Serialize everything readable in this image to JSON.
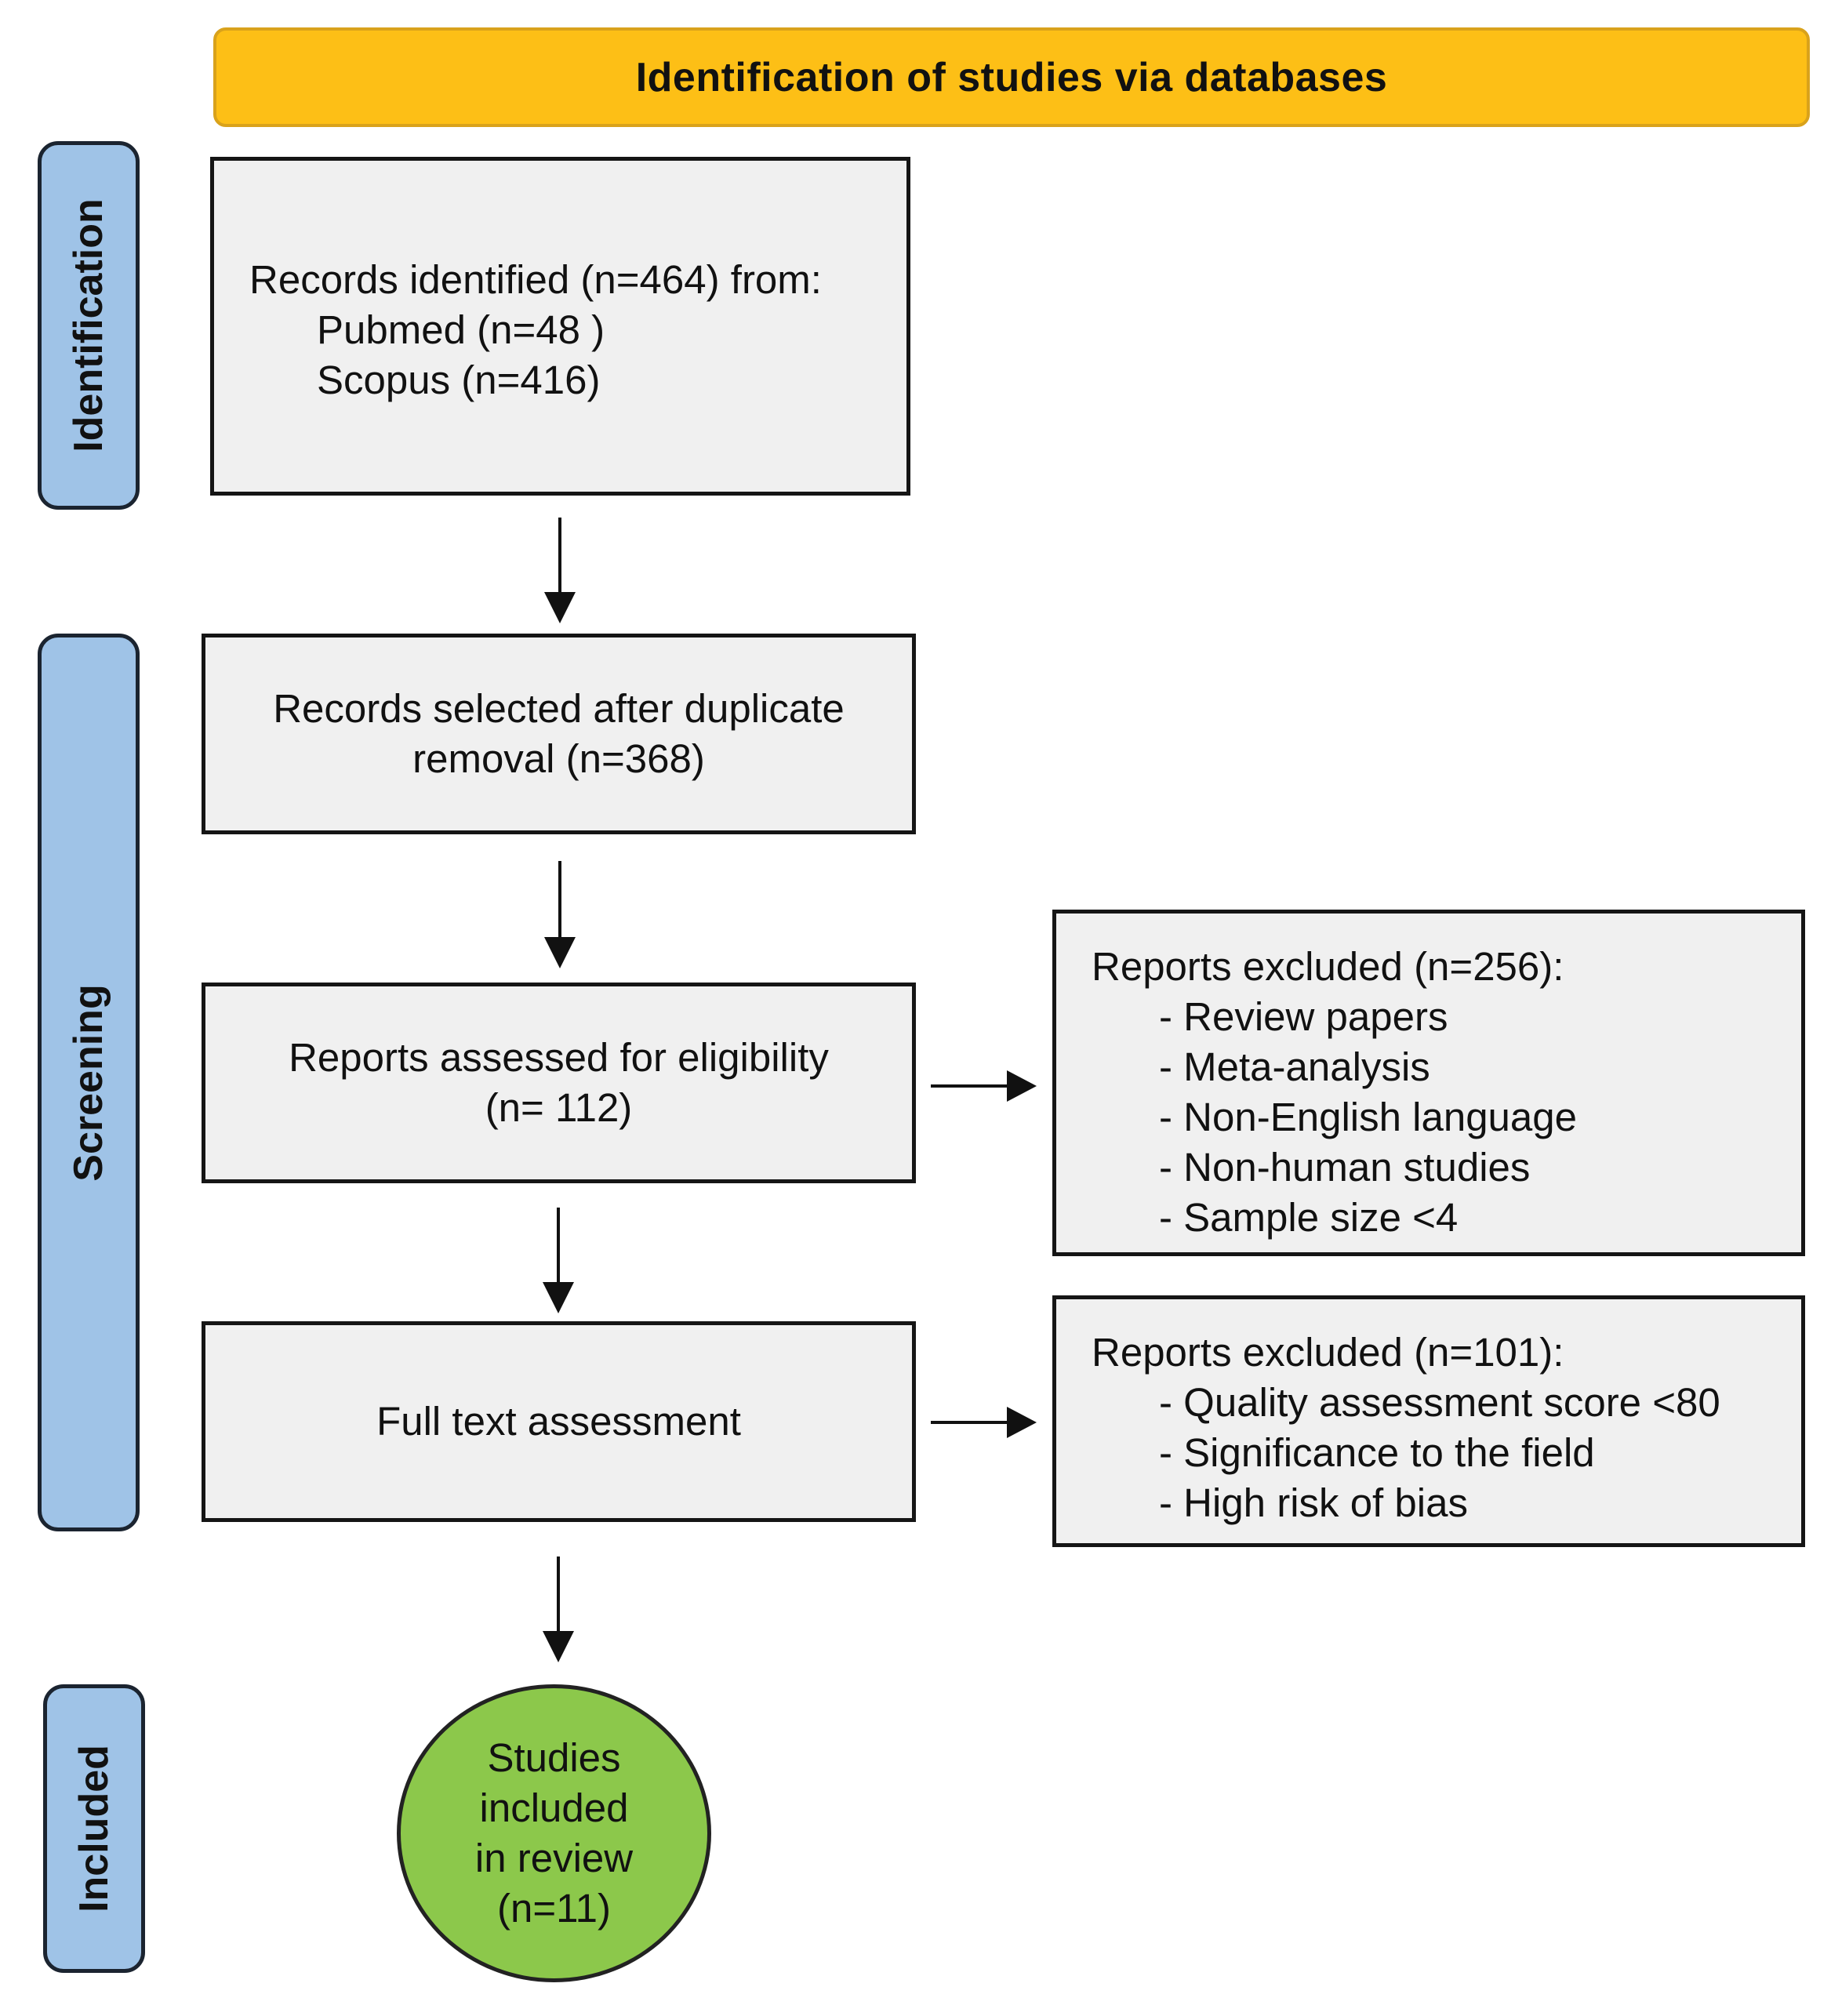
{
  "header": {
    "title": "Identification of studies via databases"
  },
  "stages": {
    "identification": "Identification",
    "screening": "Screening",
    "included": "Included"
  },
  "boxes": {
    "identified": {
      "lines": [
        "Records identified (n=464) from:",
        "Pubmed (n=48 )",
        "Scopus (n=416)"
      ]
    },
    "duplicates": {
      "lines": [
        "Records selected after duplicate",
        "removal (n=368)"
      ]
    },
    "eligibility": {
      "lines": [
        "Reports assessed for eligibility",
        "(n= 112)"
      ]
    },
    "fulltext": {
      "lines": [
        "Full text assessment"
      ]
    },
    "excluded_1": {
      "title": "Reports excluded (n=256):",
      "items": [
        "- Review papers",
        "- Meta-analysis",
        "- Non-English language",
        "- Non-human studies",
        "- Sample size <4"
      ]
    },
    "excluded_2": {
      "title": "Reports excluded (n=101):",
      "items": [
        "- Quality assessment score <80",
        "- Significance to the field",
        "- High risk of bias"
      ]
    },
    "included": {
      "lines": [
        "Studies",
        "included",
        "in review",
        "(n=11)"
      ]
    }
  },
  "colors": {
    "banner": "#fdbf16",
    "stage_label": "#9fc3e7",
    "box_fill": "#f0f0f0",
    "included_fill": "#8cc84b"
  }
}
